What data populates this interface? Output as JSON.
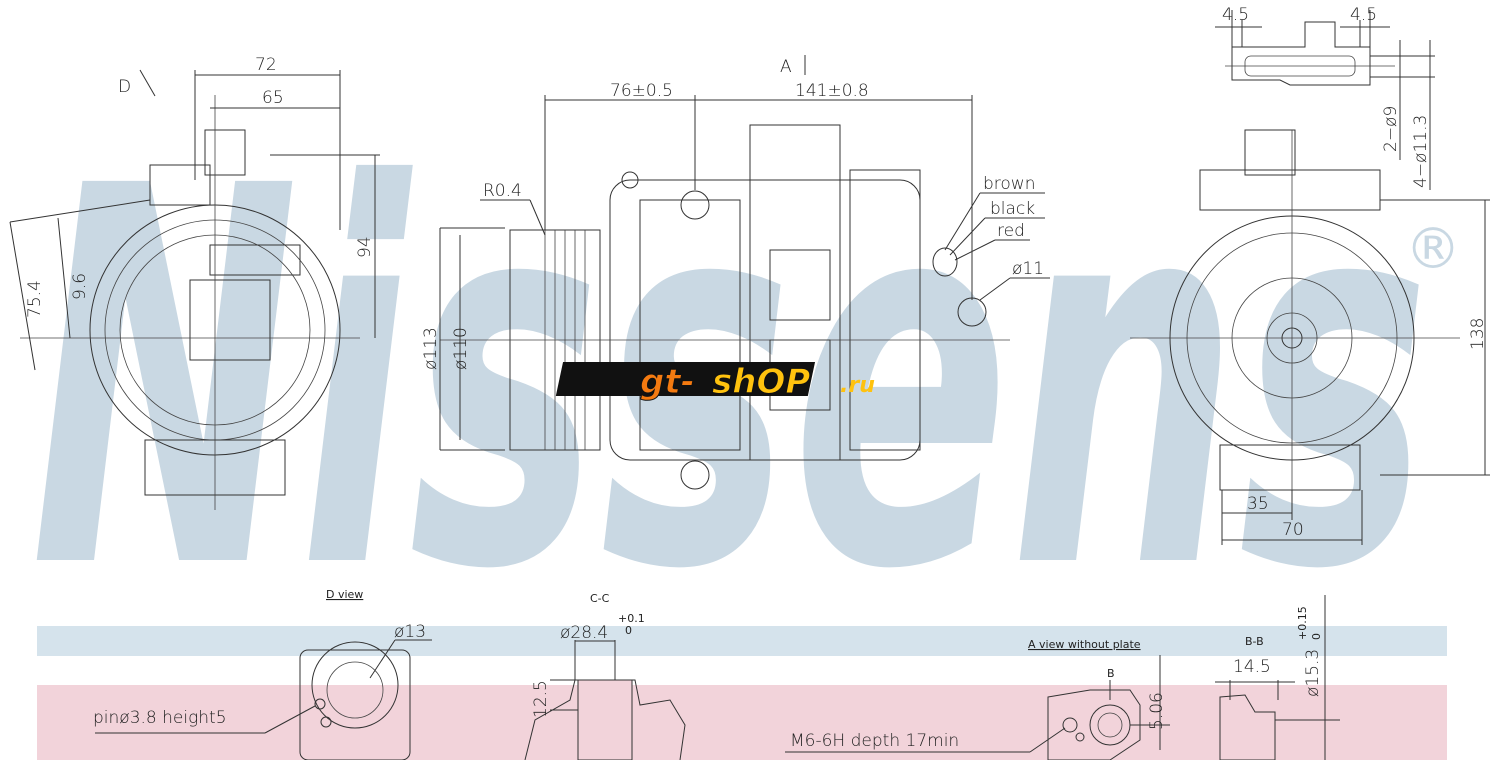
{
  "watermark": {
    "brand": "Nissens",
    "registered": "®",
    "color": "#c9d8e3"
  },
  "logo": {
    "text_a": "gt-",
    "text_b": "shOP",
    "text_c": ".ru",
    "orange": "#f47a10",
    "yellow": "#ffc20e"
  },
  "bands": {
    "blue": "#d5e3ec",
    "pink": "#f2d3da"
  },
  "left_view": {
    "view_label": "D",
    "dim_72": "72",
    "dim_65": "65",
    "dim_94": "94",
    "dim_75_4": "75.4",
    "dim_9_6": "9.6"
  },
  "front_view": {
    "view_label": "A",
    "dim_76": "76±0.5",
    "dim_141": "141±0.8",
    "radius": "R0.4",
    "dia_113": "ø113",
    "dia_110": "ø110",
    "wire_brown": "brown",
    "wire_black": "black",
    "wire_red": "red",
    "dia_11": "ø11"
  },
  "right_view": {
    "dim_4_5_left": "4.5",
    "dim_4_5_right": "4.5",
    "holes_9": "2−ø9",
    "holes_11_3": "4−ø11.3",
    "dim_138": "138",
    "dim_35": "35",
    "dim_70": "70"
  },
  "d_view": {
    "title": "D view",
    "dia_13": "ø13",
    "pin_note": "pinø3.8 height5"
  },
  "cc_view": {
    "title": "C-C",
    "dia_28_4": "ø28.4",
    "tol_upper": "+0.1",
    "tol_lower": "0",
    "dim_12_5": "12.5"
  },
  "a_view": {
    "title": "A view without plate",
    "section_mark": "B",
    "dim_5_06": "5.06",
    "thread_note": "M6-6H depth 17min"
  },
  "bb_view": {
    "title": "B-B",
    "dim_14_5": "14.5",
    "dia_15_3": "ø15.3",
    "tol_upper": "+0.15",
    "tol_lower": "0"
  }
}
